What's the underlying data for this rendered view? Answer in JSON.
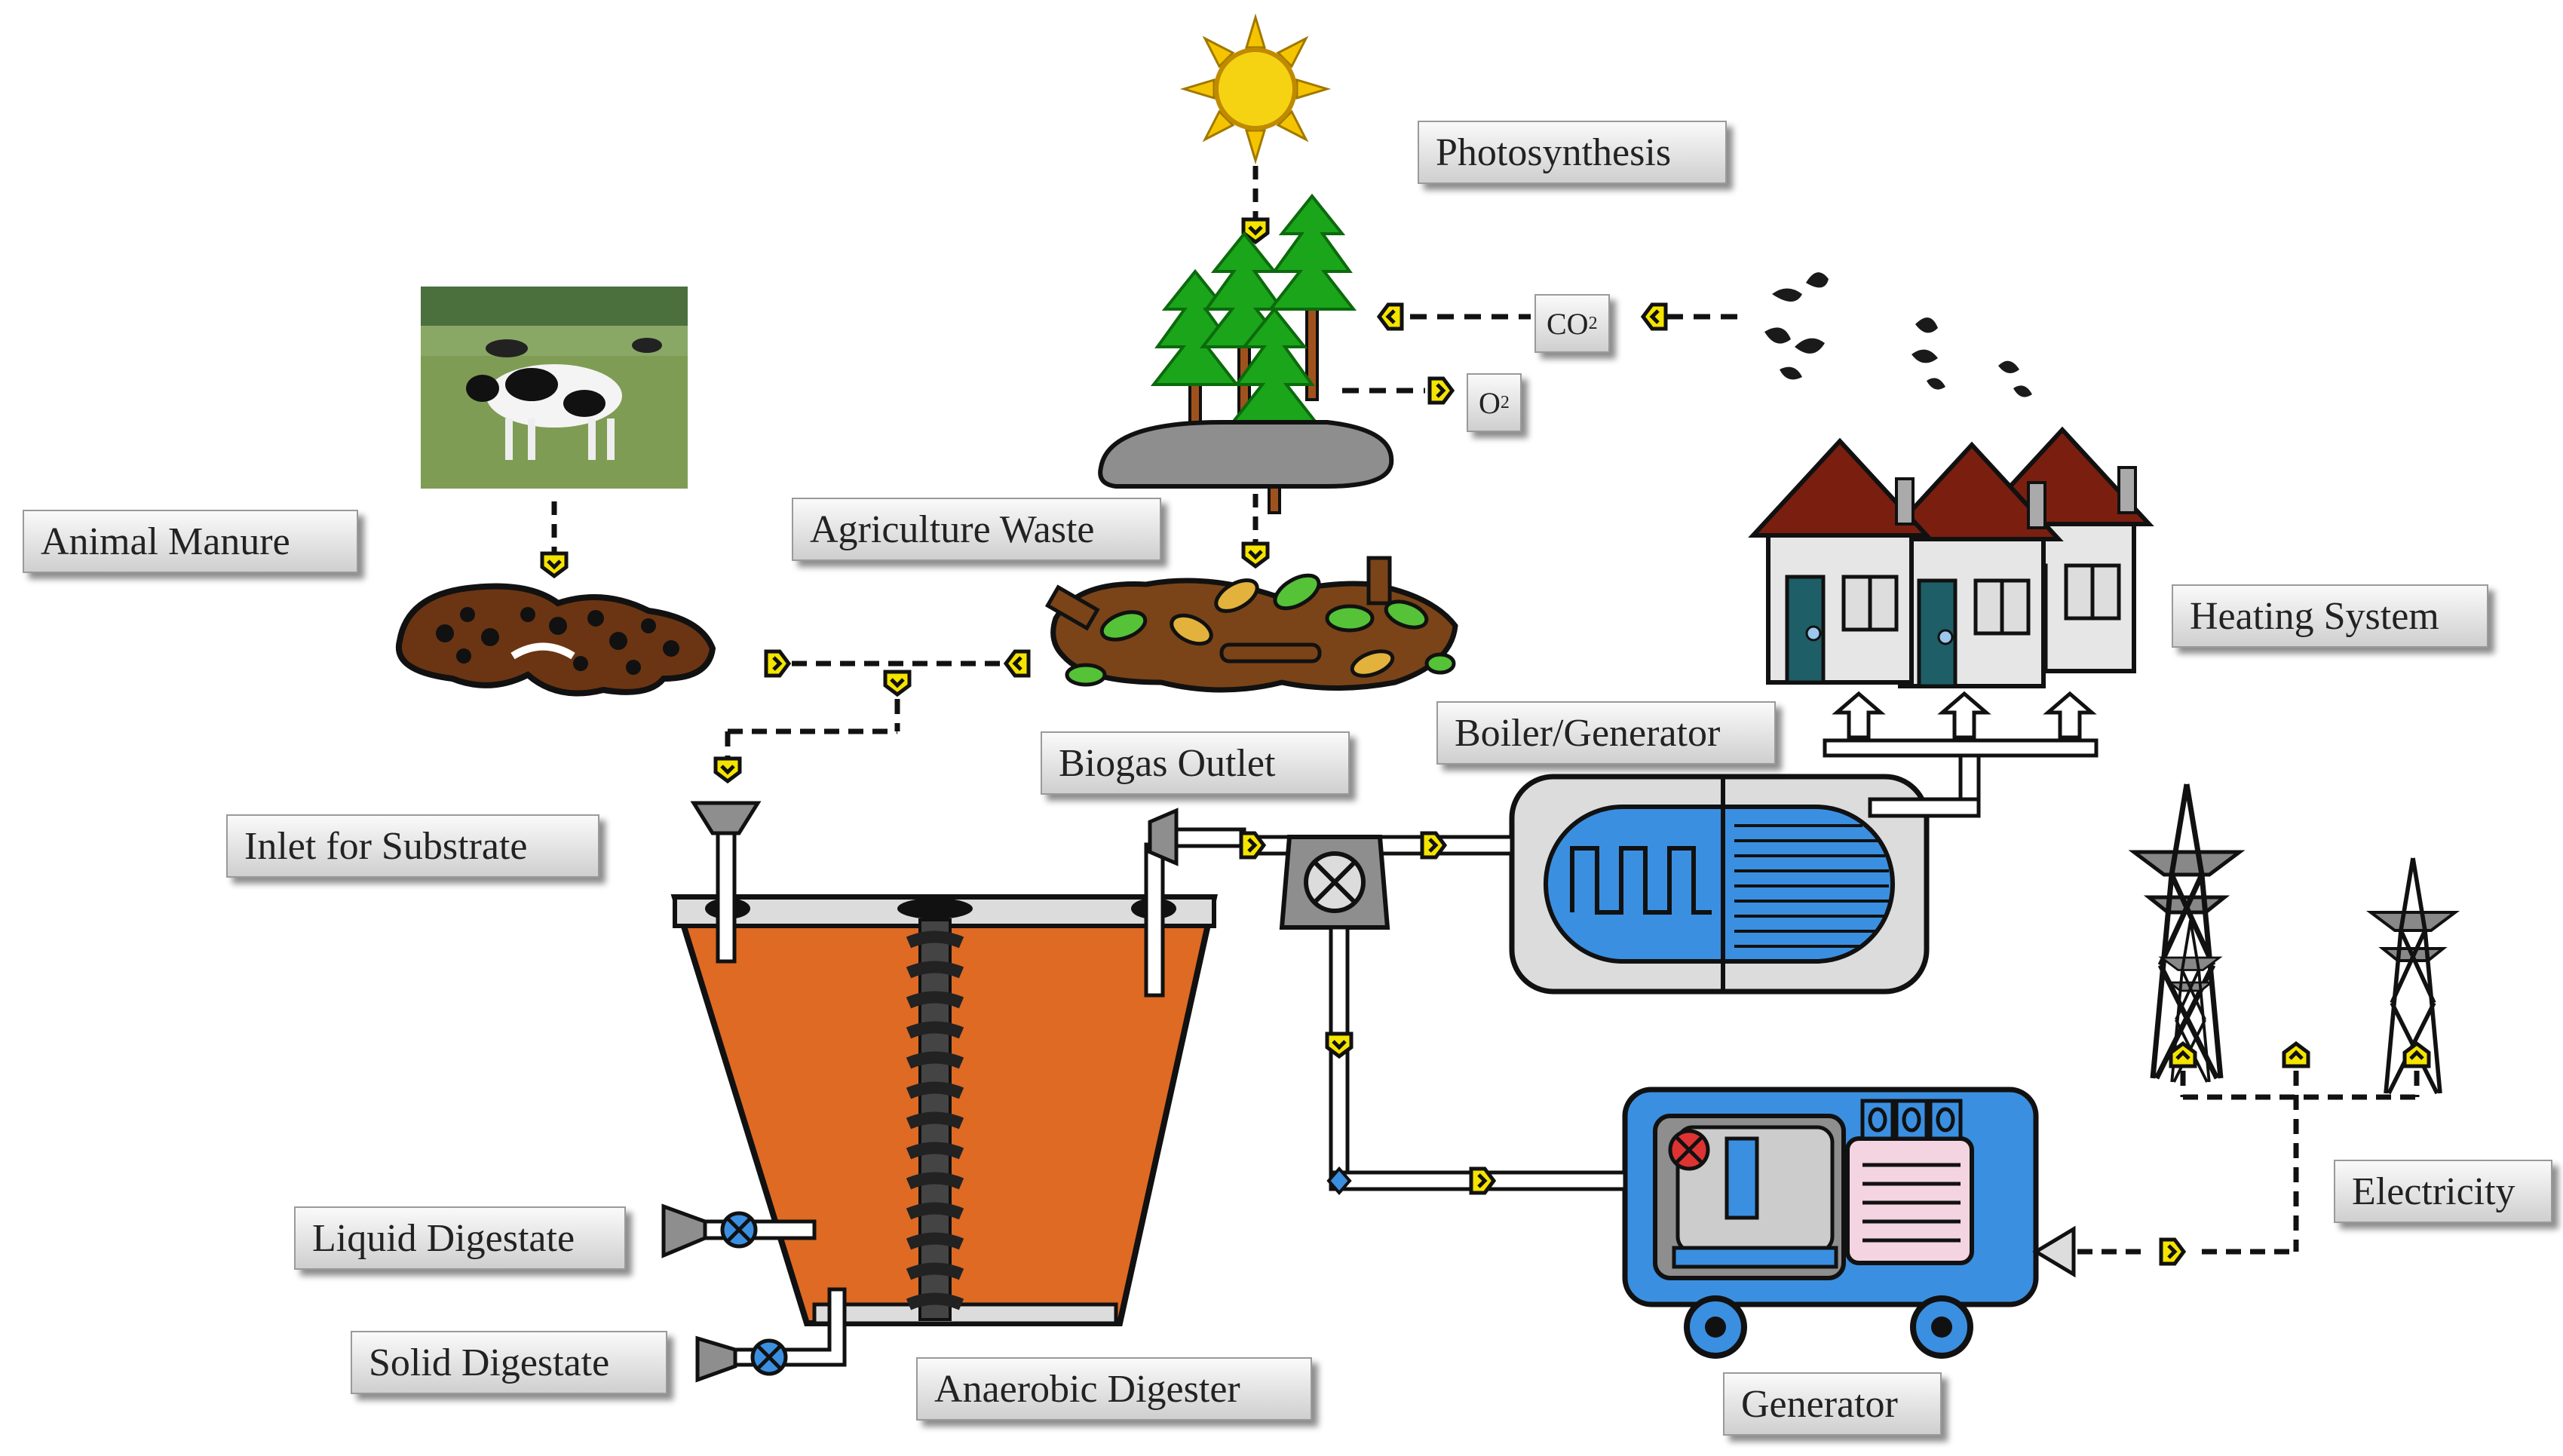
{
  "labels": {
    "photosynthesis": "Photosynthesis",
    "co2_main": "CO",
    "co2_sub": "2",
    "o2_main": "O",
    "o2_sub": "2",
    "animal_manure": "Animal Manure",
    "agriculture_waste": "Agriculture Waste",
    "heating_system": "Heating System",
    "boiler_generator": "Boiler/Generator",
    "biogas_outlet": "Biogas Outlet",
    "inlet_for_substrate": "Inlet for Substrate",
    "liquid_digestate": "Liquid Digestate",
    "solid_digestate": "Solid Digestate",
    "anaerobic_digester": "Anaerobic Digester",
    "electricity": "Electricity",
    "generator": "Generator"
  },
  "colors": {
    "digester": "#de6a24",
    "roof": "#7a1f10",
    "sun": "#f5d312",
    "tree": "#1aa51a",
    "manure": "#6b3513",
    "machine_blue": "#3b8fe0",
    "arrow_yellow": "#f5e400"
  }
}
